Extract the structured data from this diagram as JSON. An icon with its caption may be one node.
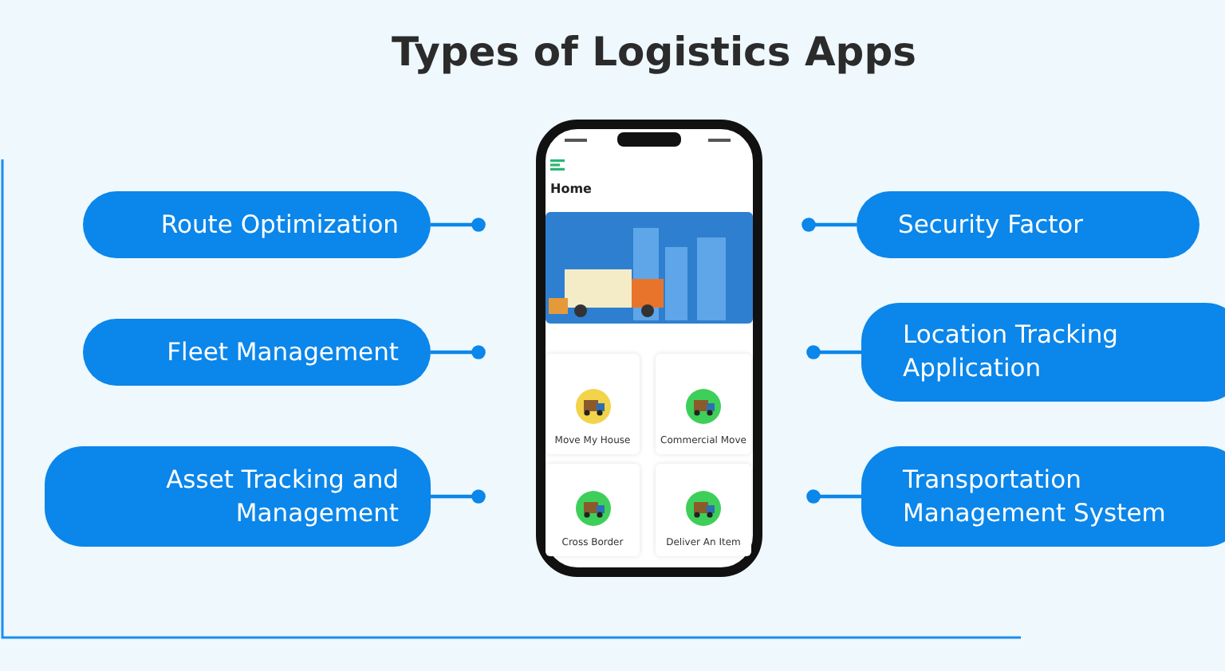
{
  "diagram": {
    "title": "Types of Logistics Apps",
    "nodes": [
      {
        "text": [
          "Route Optimization"
        ]
      },
      {
        "text": [
          "Fleet Management"
        ]
      },
      {
        "text": [
          "Asset Tracking and Management"
        ]
      },
      {
        "text": [
          "Security Factor"
        ]
      },
      {
        "text": [
          "Location Tracking Application"
        ]
      },
      {
        "text": [
          "Transportation Management System"
        ]
      },
      {
        "text": [
          "Home"
        ]
      },
      {
        "text": [
          "Move My House"
        ],
        "in": 6
      },
      {
        "text": [
          "Commercial Move"
        ],
        "in": 6
      },
      {
        "text": [
          "Cross Border"
        ],
        "in": 6
      },
      {
        "text": [
          "Deliver An Item"
        ],
        "in": 6
      }
    ],
    "edges": [
      {
        "from": 0,
        "to": null,
        "arrow": "other"
      },
      {
        "from": 1,
        "to": null,
        "arrow": "other"
      },
      {
        "from": 2,
        "to": null,
        "arrow": "other"
      },
      {
        "from": 3,
        "to": null,
        "arrow": "other"
      },
      {
        "from": 4,
        "to": null,
        "arrow": "other"
      },
      {
        "from": 5,
        "to": null,
        "arrow": "other"
      }
    ]
  }
}
